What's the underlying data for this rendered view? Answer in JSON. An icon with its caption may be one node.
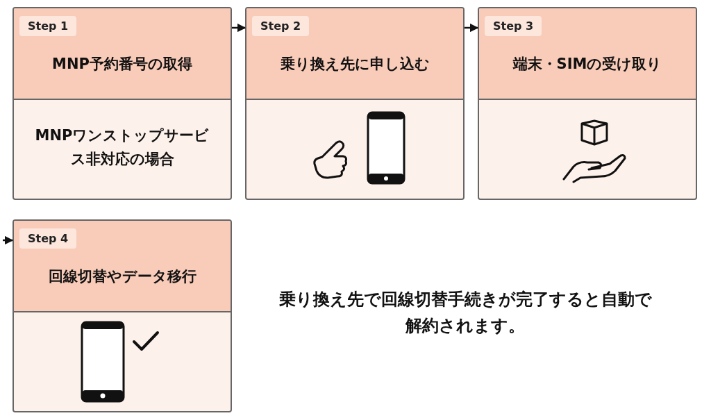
{
  "diagram": {
    "nodes": [
      {
        "text": [
          "Step 1",
          "MNP予約番号の取得",
          "MNPワンストップサービス非対応の場合"
        ]
      },
      {
        "text": [
          "Step 2",
          "乗り換え先に申し込む"
        ]
      },
      {
        "text": [
          "Step 3",
          "端末・SIMの受け取り"
        ]
      },
      {
        "text": [
          "Step 4",
          "回線切替やデータ移行"
        ]
      }
    ],
    "edges": [
      {
        "from": 0,
        "to": 1,
        "arrow": "to"
      },
      {
        "from": 1,
        "to": 2,
        "arrow": "to"
      },
      {
        "from": null,
        "to": 3,
        "arrow": "to"
      }
    ],
    "labels": [
      "乗り換え先で回線切替手続きが完了すると自動で解約されます。"
    ]
  }
}
